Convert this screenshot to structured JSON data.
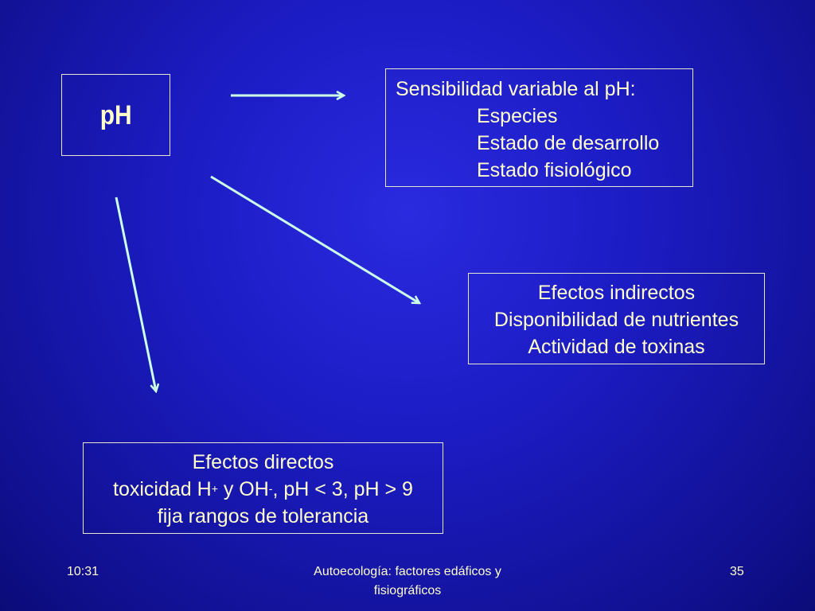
{
  "nodes": {
    "ph": {
      "label": "pH"
    },
    "sensibilidad": {
      "title": "Sensibilidad variable al pH:",
      "items": [
        "Especies",
        "Estado de desarrollo",
        "Estado fisiológico"
      ]
    },
    "indirectos": {
      "lines": [
        "Efectos indirectos",
        "Disponibilidad de nutrientes",
        "Actividad de toxinas"
      ]
    },
    "directos": {
      "line1": "Efectos directos",
      "line2_a": "toxicidad H",
      "line2_sup1": "+",
      "line2_b": " y OH",
      "line2_sup2": "-",
      "line2_c": ", pH < 3, pH > 9",
      "line3": "fija rangos de tolerancia"
    }
  },
  "edges": [
    {
      "from": "ph",
      "to": "sensibilidad"
    },
    {
      "from": "ph",
      "to": "indirectos"
    },
    {
      "from": "ph",
      "to": "directos"
    }
  ],
  "footer": {
    "time": "10:31",
    "title_line1": "Autoecología: factores edáficos y",
    "title_line2": "fisiográficos",
    "page": "35"
  },
  "colors": {
    "background": "#1c1cc4",
    "text": "#ffffcc",
    "arrow": "#ccffe6",
    "box_border": "#e8e8d0"
  }
}
